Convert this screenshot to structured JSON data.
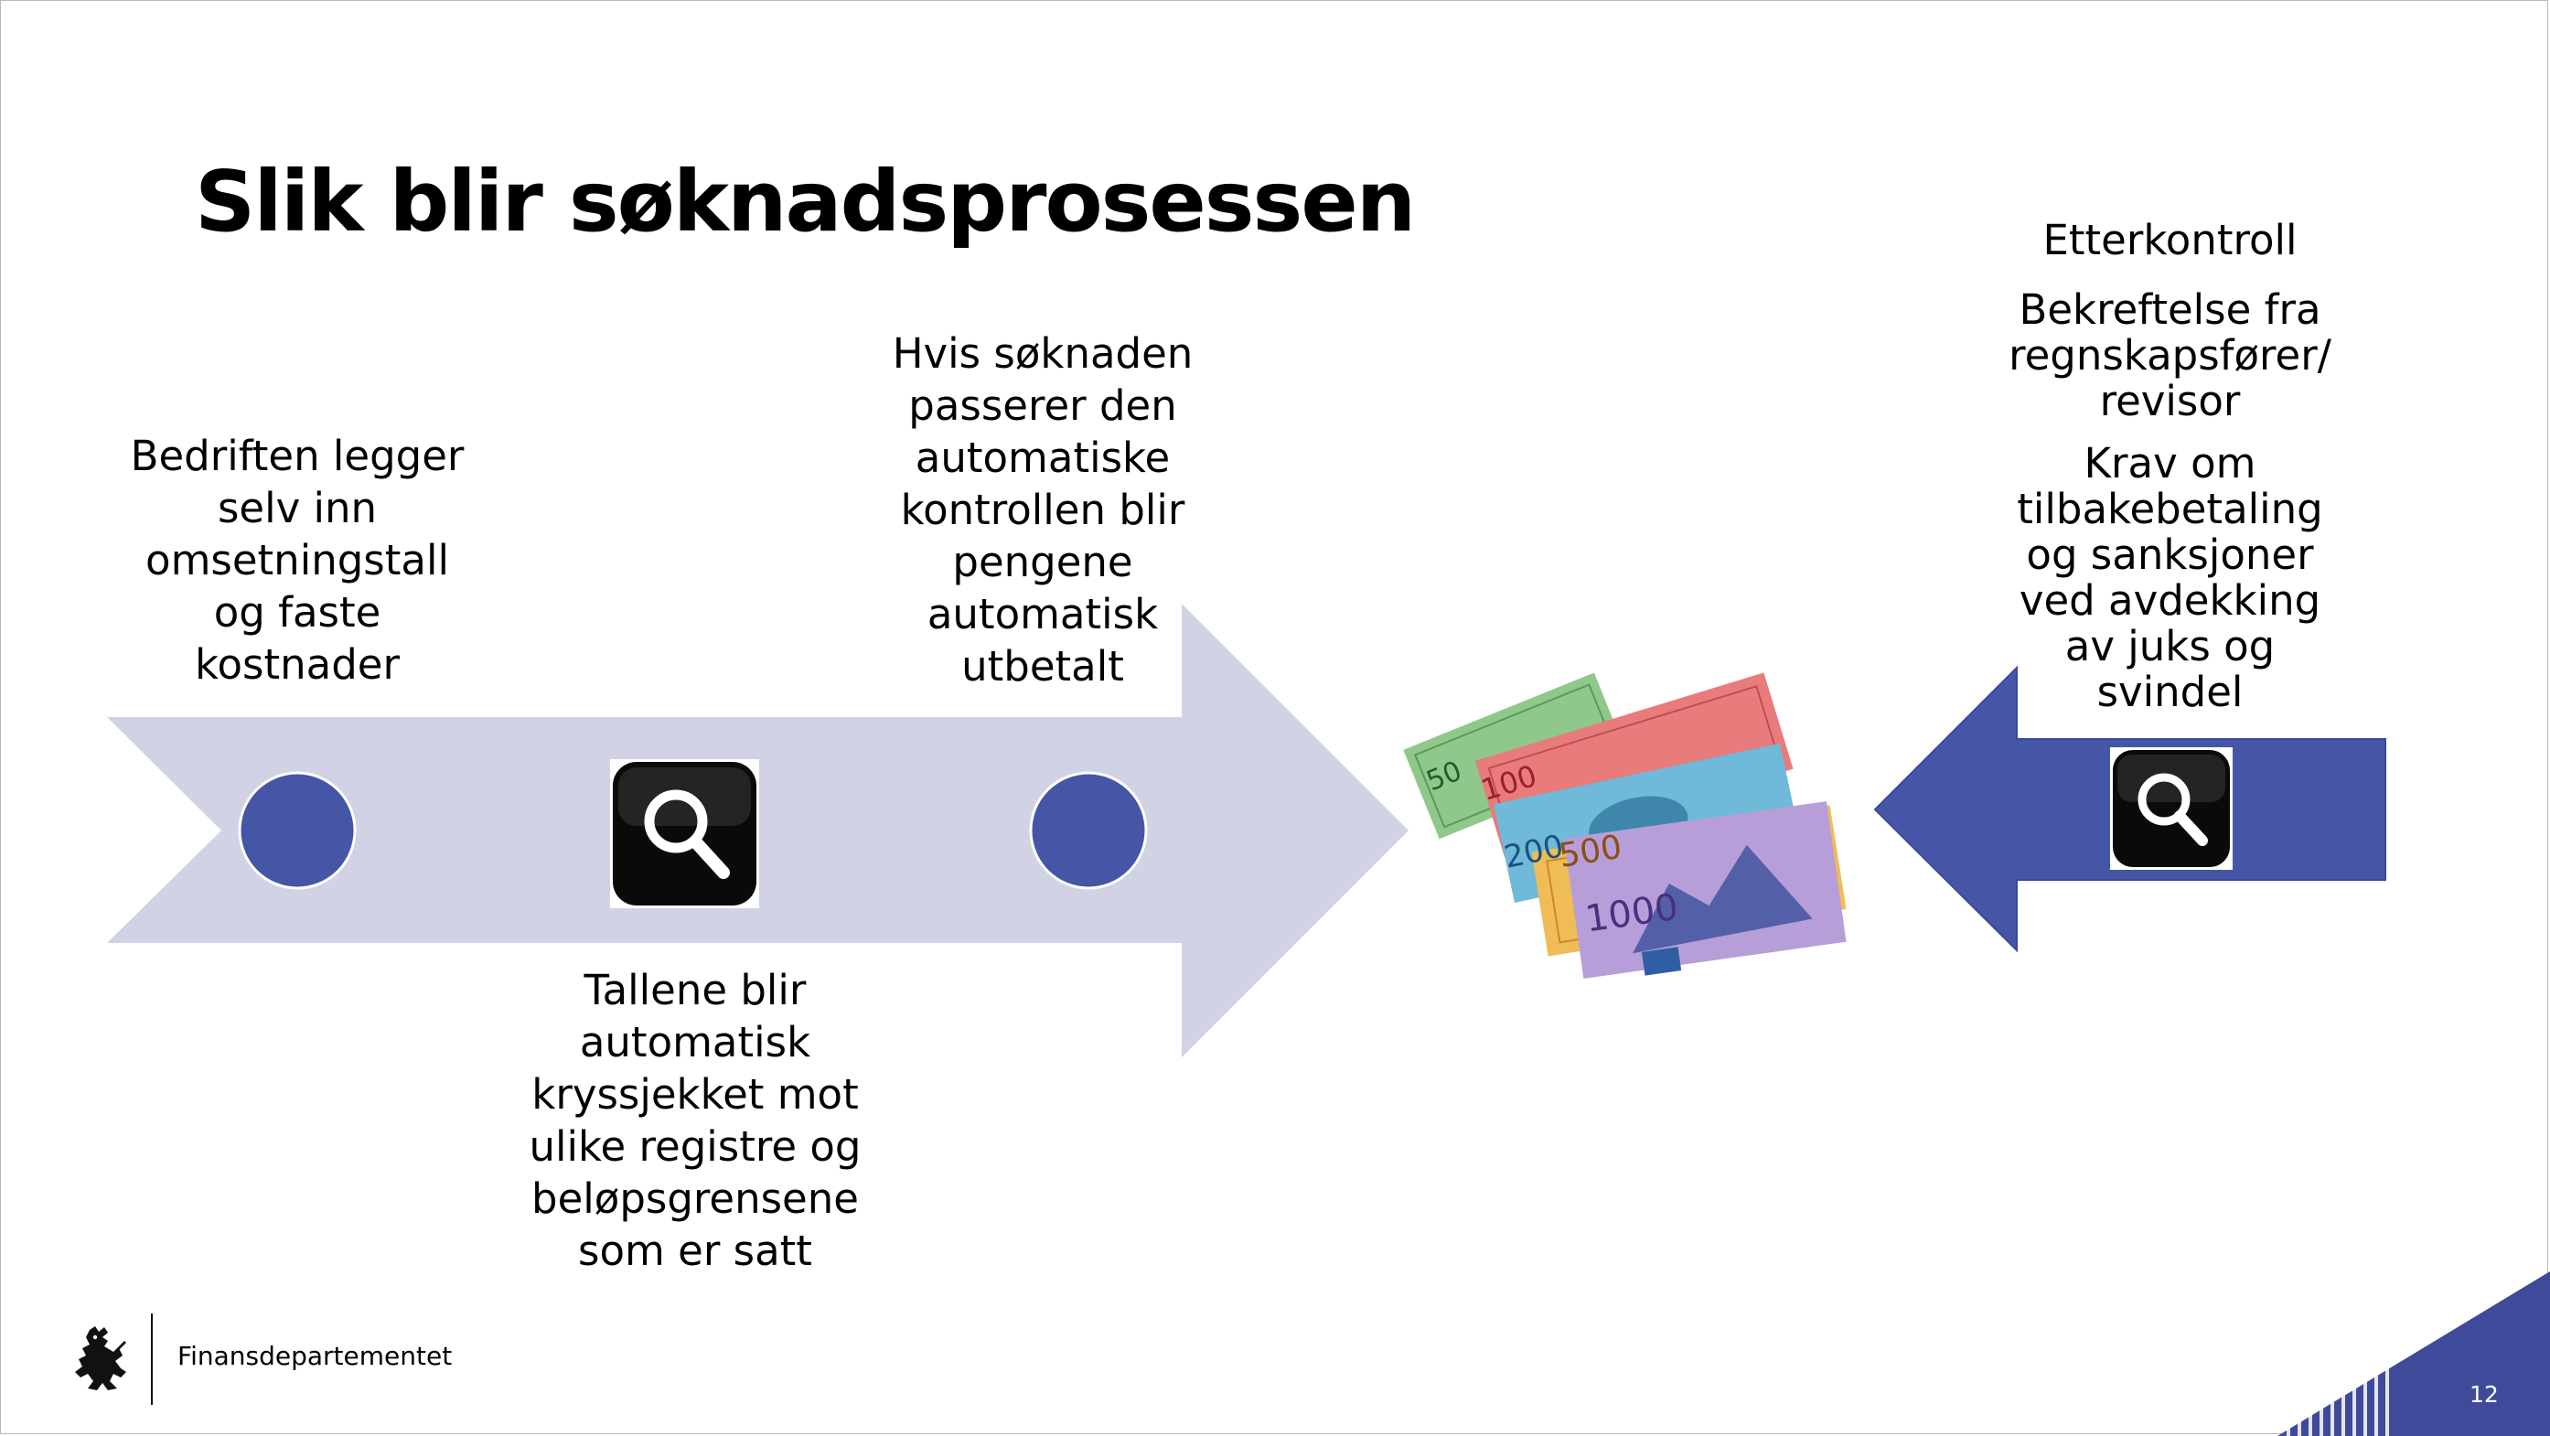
{
  "slide": {
    "title": "Slik blir søknadsprosessen",
    "page_number": "12"
  },
  "process": {
    "step1": {
      "lines": [
        "Bedriften legger",
        "selv inn",
        "omsetningstall",
        "og faste",
        "kostnader"
      ]
    },
    "step2": {
      "lines": [
        "Tallene blir",
        "automatisk",
        "kryssjekket mot",
        "ulike registre og",
        "beløpsgrensene",
        "som er satt"
      ],
      "icon": "magnifier-icon"
    },
    "step3": {
      "lines": [
        "Hvis søknaden",
        "passerer den",
        "automatiske",
        "kontrollen blir",
        "pengene",
        "automatisk",
        "utbetalt"
      ]
    },
    "result_icon": "banknotes-image"
  },
  "after_control": {
    "heading": "Etterkontroll",
    "items": [
      {
        "lines": [
          "Bekreftelse fra",
          "regnskapsfører/",
          "revisor"
        ]
      },
      {
        "lines": [
          "Krav om",
          "tilbakebetaling",
          "og sanksjoner",
          "ved avdekking",
          "av juks og",
          "svindel"
        ]
      }
    ],
    "icon": "magnifier-icon"
  },
  "banknotes": {
    "n50": "50",
    "n100": "100",
    "n200": "200",
    "n500": "500",
    "n1000": "1000"
  },
  "footer": {
    "label": "Finansdepartementet",
    "logo_icon": "lion-coat-of-arms-icon"
  },
  "colors": {
    "arrow_light": "#d1d3e4",
    "node_blue": "#4656a6",
    "arrow_dark": "#4656a6",
    "corner": "#3f4a9a"
  }
}
